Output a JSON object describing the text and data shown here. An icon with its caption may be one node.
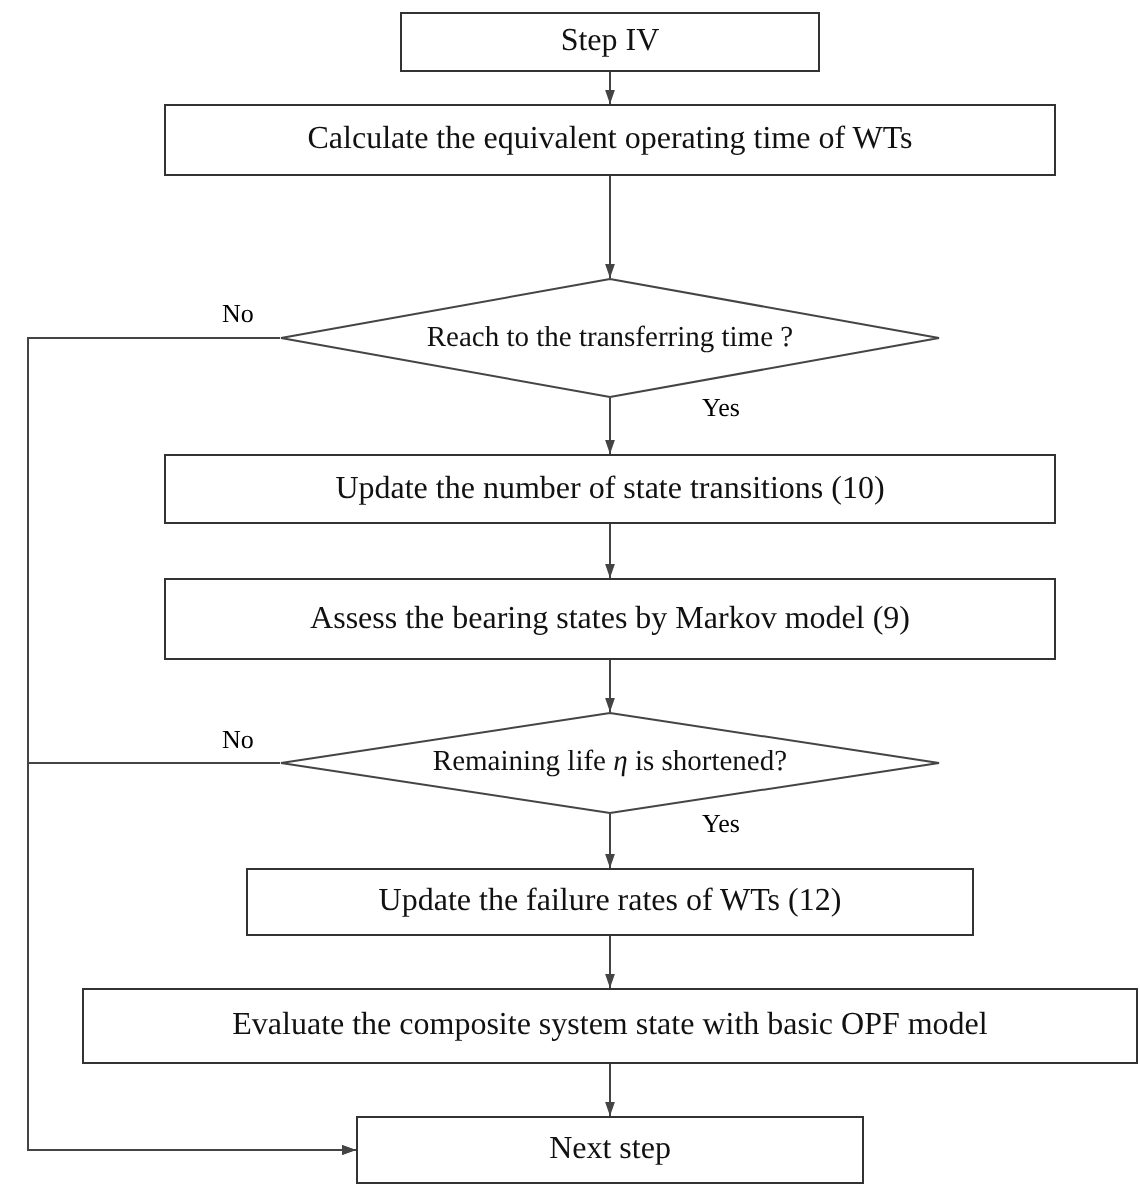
{
  "diagram": {
    "nodes": [
      {
        "text": [
          "Step IV"
        ]
      },
      {
        "text": [
          "Calculate the equivalent operating time of WTs"
        ]
      },
      {
        "text": [
          "Reach to the transferring time ?"
        ]
      },
      {
        "text": [
          "Update the number of state transitions (10)"
        ]
      },
      {
        "text": [
          "Assess the bearing states by Markov model (9)"
        ]
      },
      {
        "text": [
          "Remaining life *η* is shortened?"
        ]
      },
      {
        "text": [
          "Update the failure rates of WTs (12)"
        ]
      },
      {
        "text": [
          "Evaluate the composite system state with basic OPF model"
        ]
      },
      {
        "text": [
          "Next step"
        ]
      }
    ],
    "edges": [
      {
        "from": 0,
        "to": 1,
        "arrow": "to"
      },
      {
        "from": 1,
        "to": 2,
        "arrow": "to"
      },
      {
        "from": 2,
        "to": 3,
        "arrow": "to",
        "label": "Yes"
      },
      {
        "from": 2,
        "to": 8,
        "arrow": "to",
        "label": "No"
      },
      {
        "from": 3,
        "to": 4,
        "arrow": "to"
      },
      {
        "from": 4,
        "to": 5,
        "arrow": "to"
      },
      {
        "from": 5,
        "to": 6,
        "arrow": "to",
        "label": "Yes"
      },
      {
        "from": 5,
        "to": 8,
        "arrow": "to",
        "label": "No"
      },
      {
        "from": 6,
        "to": 7,
        "arrow": "to"
      },
      {
        "from": 7,
        "to": 8,
        "arrow": "to"
      }
    ]
  }
}
